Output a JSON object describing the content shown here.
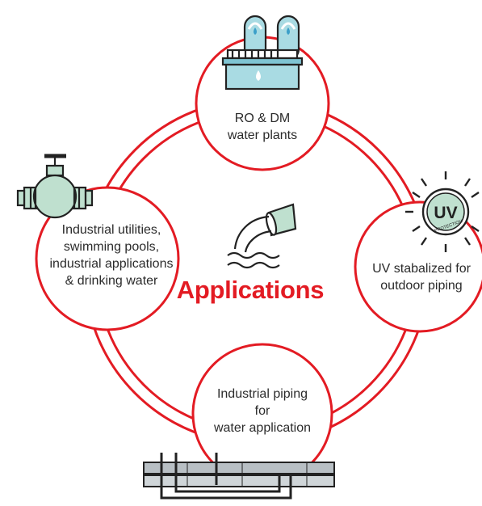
{
  "title": "Applications",
  "colors": {
    "accent": "#e31b23",
    "text": "#2b2b2b",
    "icon_stroke": "#222222",
    "tank_blue": "#a9dbe3",
    "valve_green": "#bfe0cf",
    "pipe_grey": "#b8bfc4"
  },
  "nodes": {
    "top": {
      "icon": "water-treatment-plant-icon",
      "lines": [
        "RO & DM",
        "water plants"
      ]
    },
    "left": {
      "icon": "pipe-valve-icon",
      "lines": [
        "Industrial utilities,",
        "swimming pools,",
        "industrial applications",
        "& drinking water"
      ]
    },
    "right": {
      "icon": "uv-protection-icon",
      "badge": "UV",
      "badge_sub": "PROTECTION",
      "lines": [
        "UV stabalized for",
        "outdoor piping"
      ]
    },
    "bottom": {
      "icon": "industrial-pipes-icon",
      "lines": [
        "Industrial piping",
        "for",
        "water application"
      ]
    }
  },
  "center_icon": "water-outflow-icon"
}
